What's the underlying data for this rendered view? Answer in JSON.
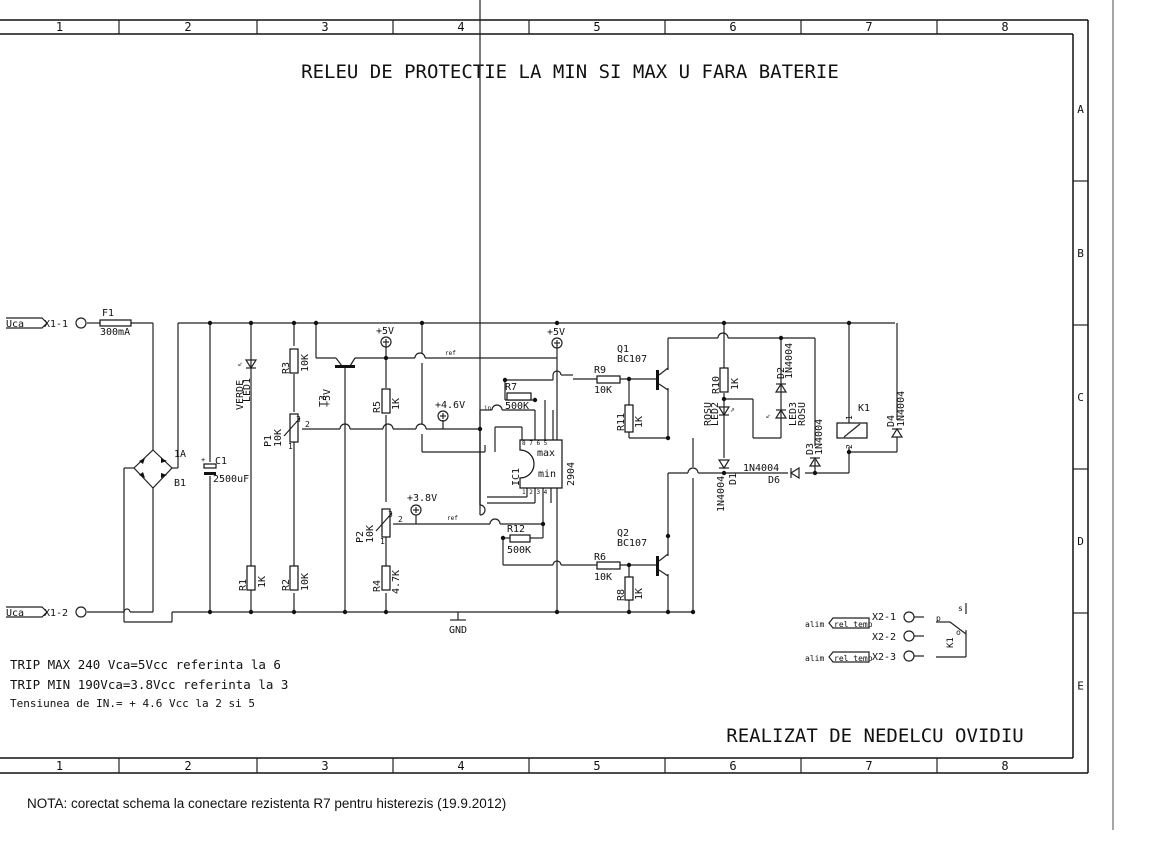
{
  "sheet": {
    "title": "RELEU DE PROTECTIE LA  MIN  SI MAX U FARA BATERIE",
    "author": "REALIZAT DE NEDELCU OVIDIU",
    "column_labels": [
      "1",
      "2",
      "3",
      "4",
      "5",
      "6",
      "7",
      "8"
    ],
    "row_labels": [
      "A",
      "B",
      "C",
      "D",
      "E"
    ]
  },
  "notes": {
    "trip_max": "TRIP MAX 240 Vca=5Vcc referinta la 6",
    "trip_min": "TRIP MIN 190Vca=3.8Vcc referinta la 3",
    "input_voltage": "Tensiunea de IN.= + 4.6 Vcc la  2 si 5",
    "correction": "NOTA:  corectat schema la conectare rezistenta R7 pentru histerezis (19.9.2012)"
  },
  "connectors": {
    "x1_1": {
      "signal": "Uca",
      "label": "X1-1"
    },
    "x1_2": {
      "signal": "Uca",
      "label": "X1-2"
    },
    "x2_1": {
      "signal": "alim",
      "tag": "rel temp",
      "label": "X2-1"
    },
    "x2_2": {
      "label": "X2-2"
    },
    "x2_3": {
      "signal": "alim",
      "tag": "rel temp",
      "label": "X2-3"
    }
  },
  "components": {
    "f1": {
      "ref": "F1",
      "value": "300mA"
    },
    "b1": {
      "ref": "B1",
      "value": "1A"
    },
    "c1": {
      "ref": "C1",
      "value": "2500uF"
    },
    "led1": {
      "ref": "LED1",
      "value": "VERDE"
    },
    "r1": {
      "ref": "R1",
      "value": "1K"
    },
    "r2": {
      "ref": "R2",
      "value": "10K"
    },
    "r3": {
      "ref": "R3",
      "value": "10K"
    },
    "p1": {
      "ref": "P1",
      "value": "10K"
    },
    "t3": {
      "ref": "T3",
      "value": "+5V"
    },
    "r5": {
      "ref": "R5",
      "value": "1K"
    },
    "p2": {
      "ref": "P2",
      "value": "10K"
    },
    "r4": {
      "ref": "R4",
      "value": "4.7K"
    },
    "r7": {
      "ref": "R7",
      "value": "500K"
    },
    "r12": {
      "ref": "R12",
      "value": "500K"
    },
    "ic1": {
      "ref": "IC1",
      "value": "2904",
      "max": "max",
      "min": "min"
    },
    "r9": {
      "ref": "R9",
      "value": "10K"
    },
    "r11": {
      "ref": "R11",
      "value": "1K"
    },
    "r6": {
      "ref": "R6",
      "value": "10K"
    },
    "r8": {
      "ref": "R8",
      "value": "1K"
    },
    "q1": {
      "ref": "Q1",
      "value": "BC107"
    },
    "q2": {
      "ref": "Q2",
      "value": "BC107"
    },
    "r10": {
      "ref": "R10",
      "value": "1K"
    },
    "led2": {
      "ref": "LED2",
      "value": "ROSU"
    },
    "led3": {
      "ref": "LED3",
      "value": "ROSU"
    },
    "d1": {
      "ref": "D1",
      "value": "1N4004"
    },
    "d2": {
      "ref": "D2",
      "value": "1N4004"
    },
    "d3": {
      "ref": "D3",
      "value": "1N4004"
    },
    "d4": {
      "ref": "D4",
      "value": "1N4004"
    },
    "d6": {
      "ref": "D6",
      "value": "1N4004"
    },
    "k1": {
      "ref": "K1"
    }
  },
  "nets": {
    "vcc5_a": "+5V",
    "vcc5_b": "+5V",
    "v46": "+4.6V",
    "v38": "+3.8V",
    "gnd": "GND",
    "ref": "ref",
    "in": "in"
  }
}
